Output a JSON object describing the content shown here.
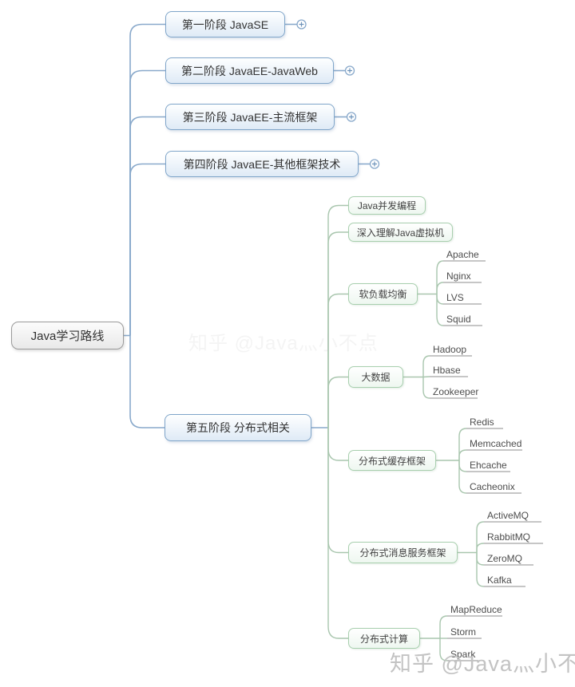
{
  "root": {
    "label": "Java学习路线"
  },
  "stages": [
    {
      "label": "第一阶段 JavaSE",
      "expand_icon": "plus-circle"
    },
    {
      "label": "第二阶段 JavaEE-JavaWeb",
      "expand_icon": "plus-circle"
    },
    {
      "label": "第三阶段 JavaEE-主流框架",
      "expand_icon": "plus-circle"
    },
    {
      "label": "第四阶段 JavaEE-其他框架技术",
      "expand_icon": "plus-circle"
    },
    {
      "label": "第五阶段 分布式相关",
      "expand_icon": "none"
    }
  ],
  "stage5_branches": [
    {
      "label": "Java并发编程",
      "children": []
    },
    {
      "label": "深入理解Java虚拟机",
      "children": []
    },
    {
      "label": "软负载均衡",
      "children": [
        "Apache",
        "Nginx",
        "LVS",
        "Squid"
      ]
    },
    {
      "label": "大数据",
      "children": [
        "Hadoop",
        "Hbase",
        "Zookeeper"
      ]
    },
    {
      "label": "分布式缓存框架",
      "children": [
        "Redis",
        "Memcached",
        "Ehcache",
        "Cacheonix"
      ]
    },
    {
      "label": "分布式消息服务框架",
      "children": [
        "ActiveMQ",
        "RabbitMQ",
        "ZeroMQ",
        "Kafka"
      ]
    },
    {
      "label": "分布式计算",
      "children": [
        "MapReduce",
        "Storm",
        "Spark"
      ]
    }
  ],
  "watermark": {
    "text": "知乎 @Java灬小不点"
  },
  "colors": {
    "stage_border": "#7fa5c9",
    "stage_line": "#89a9cb",
    "green_border": "#a8cfae",
    "green_line": "#a9c6ae",
    "leaf_underline": "#8c8c8c",
    "node_text": "#333333",
    "watermark": "#c3c3c3"
  }
}
